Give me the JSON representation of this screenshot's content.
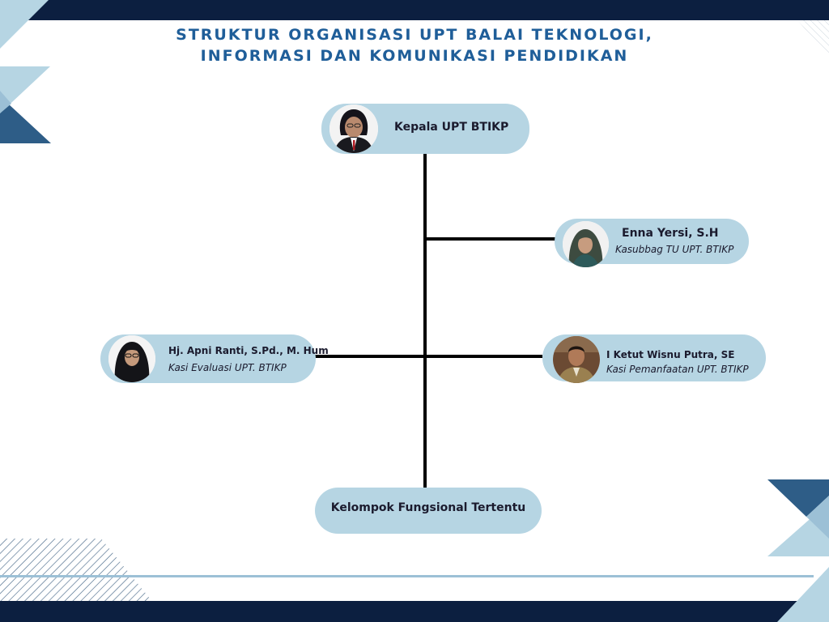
{
  "title": {
    "line1": "STRUKTUR ORGANISASI UPT BALAI TEKNOLOGI,",
    "line2": "INFORMASI DAN KOMUNIKASI PENDIDIKAN"
  },
  "colors": {
    "navy": "#0c1f40",
    "title_blue": "#1f5e99",
    "pill": "#b6d5e3",
    "accent_dark": "#2e5d87",
    "accent_light": "#9cc0d6"
  },
  "org": {
    "head": {
      "title": "Kepala UPT BTIKP"
    },
    "tu": {
      "name": "Enna Yersi, S.H",
      "role": "Kasubbag TU UPT. BTIKP"
    },
    "evaluasi": {
      "name": "Hj. Apni Ranti, S.Pd., M. Hum",
      "role": "Kasi Evaluasi UPT. BTIKP"
    },
    "pemanfaatan": {
      "name": "I Ketut Wisnu Putra, SE",
      "role": "Kasi Pemanfaatan UPT. BTIKP"
    },
    "fungsional": {
      "title": "Kelompok Fungsional Tertentu"
    }
  }
}
